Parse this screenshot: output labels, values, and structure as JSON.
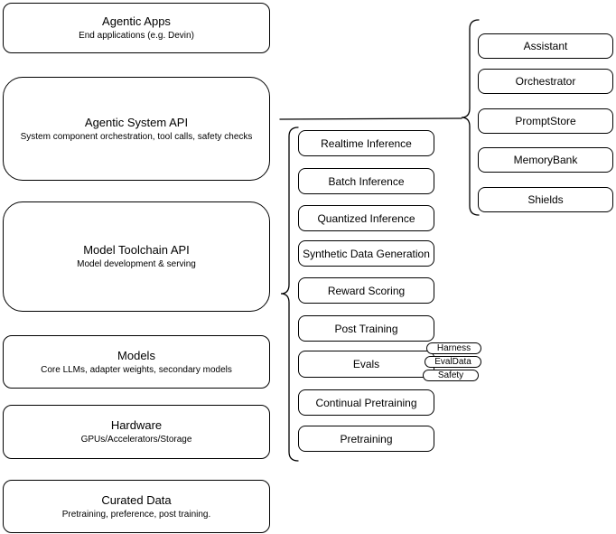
{
  "diagram": {
    "stack": [
      {
        "title": "Agentic Apps",
        "subtitle": "End applications (e.g. Devin)"
      },
      {
        "title": "Agentic System API",
        "subtitle": "System component orchestration, tool calls, safety checks"
      },
      {
        "title": "Model Toolchain API",
        "subtitle": "Model development & serving"
      },
      {
        "title": "Models",
        "subtitle": "Core LLMs, adapter weights, secondary models"
      },
      {
        "title": "Hardware",
        "subtitle": "GPUs/Accelerators/Storage"
      },
      {
        "title": "Curated Data",
        "subtitle": "Pretraining, preference, post training."
      }
    ],
    "toolchain_services": [
      {
        "label": "Realtime Inference"
      },
      {
        "label": "Batch Inference"
      },
      {
        "label": "Quantized Inference"
      },
      {
        "label": "Synthetic Data Generation"
      },
      {
        "label": "Reward Scoring"
      },
      {
        "label": "Post Training"
      },
      {
        "label": "Evals"
      },
      {
        "label": "Continual Pretraining"
      },
      {
        "label": "Pretraining"
      }
    ],
    "eval_tags": [
      {
        "label": "Harness"
      },
      {
        "label": "EvalData"
      },
      {
        "label": "Safety"
      }
    ],
    "agentic_components": [
      {
        "label": "Assistant"
      },
      {
        "label": "Orchestrator"
      },
      {
        "label": "PromptStore"
      },
      {
        "label": "MemoryBank"
      },
      {
        "label": "Shields"
      }
    ],
    "colors": {
      "border": "#000000",
      "background": "#ffffff",
      "text": "#000000"
    }
  }
}
